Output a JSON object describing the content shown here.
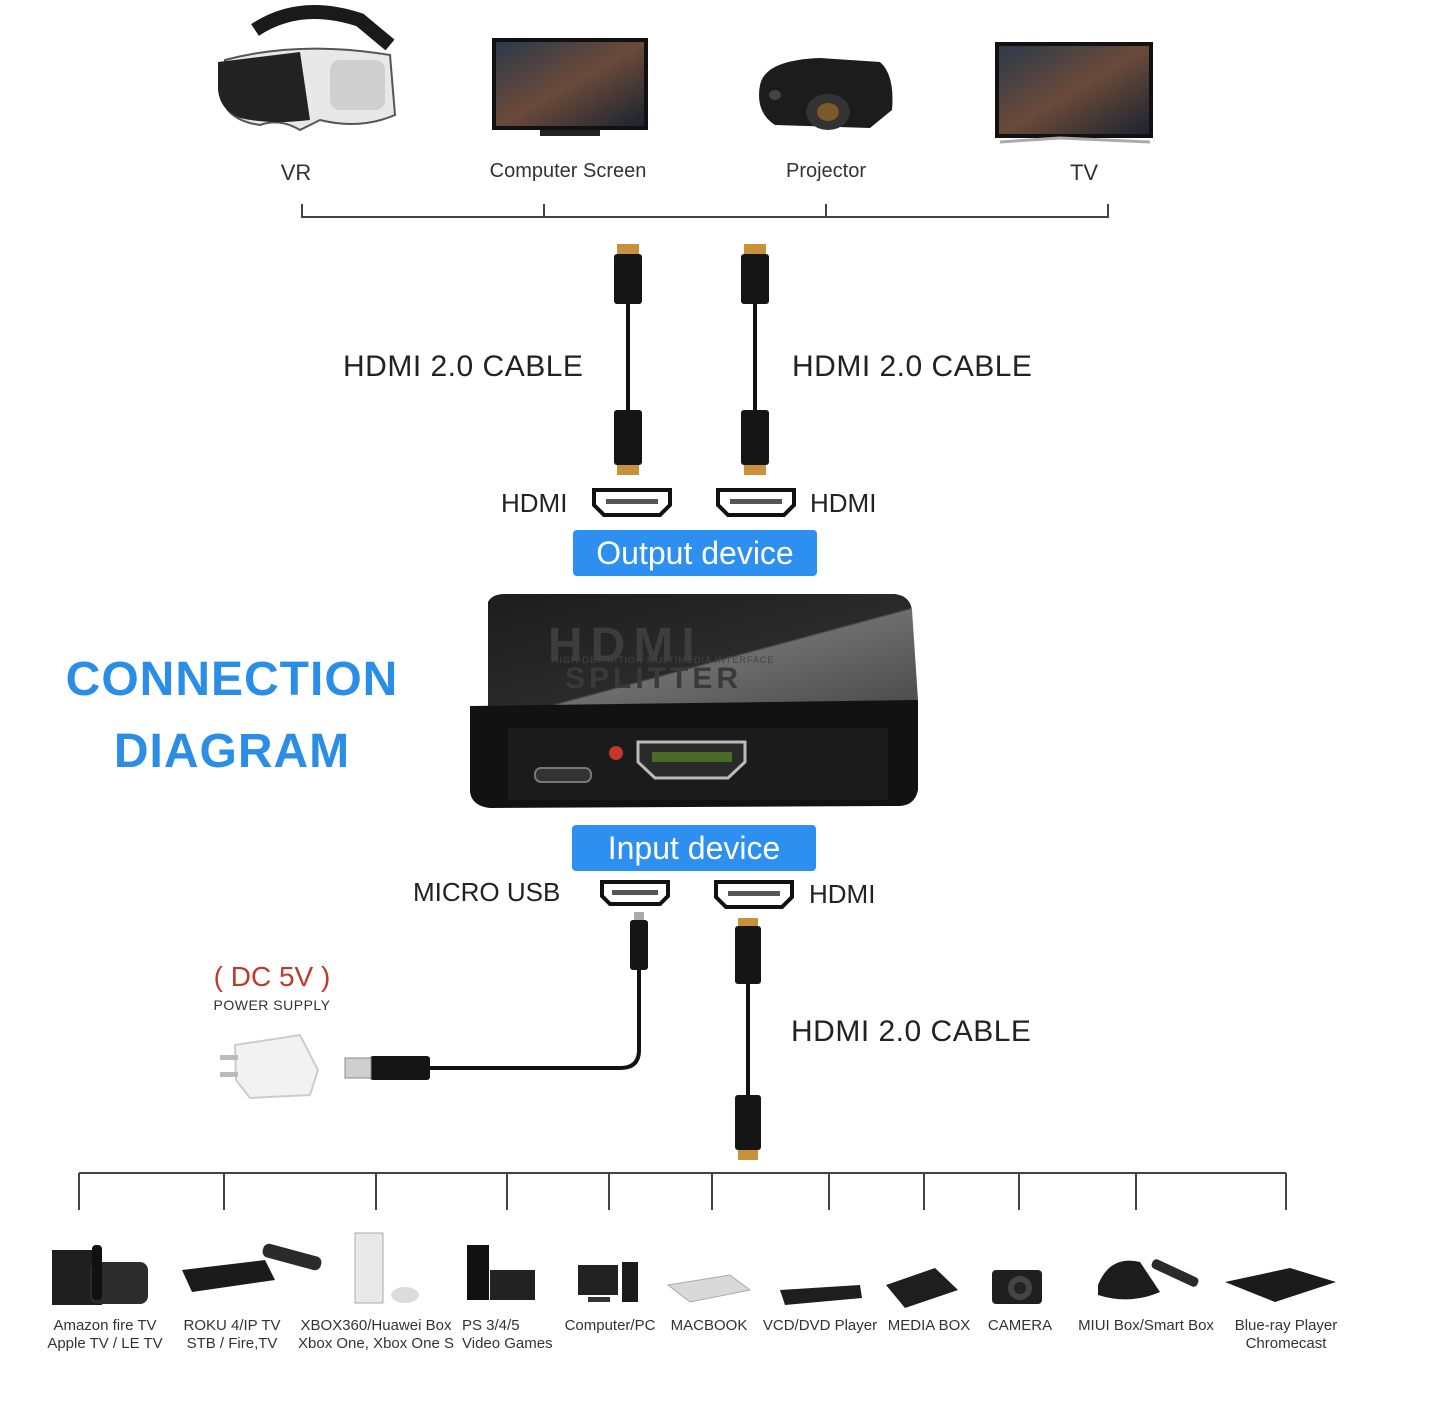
{
  "title": {
    "line1": "CONNECTION",
    "line2": "DIAGRAM"
  },
  "output_devices": [
    {
      "label": "VR",
      "icon": "vr-headset-icon"
    },
    {
      "label": "Computer Screen",
      "icon": "monitor-icon"
    },
    {
      "label": "Projector",
      "icon": "projector-icon"
    },
    {
      "label": "TV",
      "icon": "tv-icon"
    }
  ],
  "cables": {
    "out_left": "HDMI 2.0 CABLE",
    "out_right": "HDMI 2.0 CABLE",
    "in": "HDMI 2.0 CABLE"
  },
  "ports": {
    "out_left": "HDMI",
    "out_right": "HDMI",
    "in_usb": "MICRO USB",
    "in_hdmi": "HDMI"
  },
  "badges": {
    "output": "Output device",
    "input": "Input device"
  },
  "splitter": {
    "logo": "HDMI",
    "tagline": "HIGH-DEFINITION MULTIMEDIA INTERFACE",
    "name": "SPLITTER"
  },
  "power": {
    "voltage": "( DC 5V )",
    "caption": "POWER SUPPLY"
  },
  "input_sources": [
    {
      "line1": "Amazon fire TV",
      "line2": "Apple TV / LE TV",
      "icon": "fire-tv-icon"
    },
    {
      "line1": "ROKU 4/IP TV",
      "line2": "STB / Fire,TV",
      "icon": "roku-icon"
    },
    {
      "line1": "XBOX360/Huawei Box",
      "line2": "Xbox One, Xbox One S",
      "icon": "xbox-icon"
    },
    {
      "line1": "PS 3/4/5",
      "line2": "Video Games",
      "icon": "playstation-icon"
    },
    {
      "line1": "Computer/PC",
      "line2": "",
      "icon": "computer-icon"
    },
    {
      "line1": "MACBOOK",
      "line2": "",
      "icon": "laptop-icon"
    },
    {
      "line1": "VCD/DVD Player",
      "line2": "",
      "icon": "dvd-player-icon"
    },
    {
      "line1": "MEDIA BOX",
      "line2": "",
      "icon": "media-box-icon"
    },
    {
      "line1": "CAMERA",
      "line2": "",
      "icon": "camera-icon"
    },
    {
      "line1": "MIUI Box/Smart Box",
      "line2": "",
      "icon": "smart-box-icon"
    },
    {
      "line1": "Blue-ray Player",
      "line2": "Chromecast",
      "icon": "bluray-player-icon"
    }
  ]
}
